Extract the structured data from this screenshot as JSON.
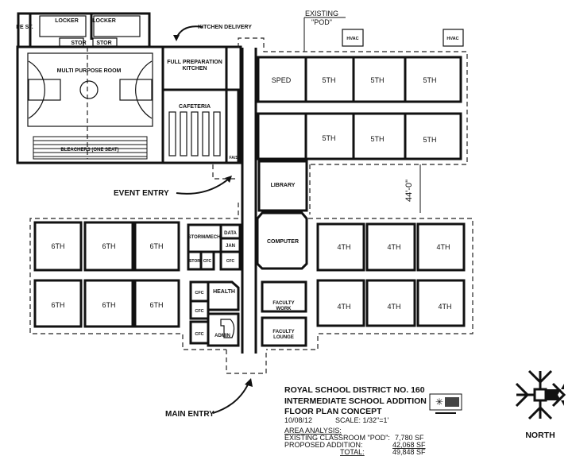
{
  "annotations": {
    "kitchen_delivery": "KITCHEN DELIVERY",
    "existing_pod_line1": "EXISTING",
    "existing_pod_line2": "\"POD\"",
    "event_entry": "EVENT ENTRY",
    "main_entry": "MAIN ENTRY",
    "dimension": "44'-0\"",
    "hvac": [
      "HVAC",
      "HVAC"
    ]
  },
  "rooms": {
    "pe_storage": "PE ST.",
    "locker_1": "LOCKER",
    "locker_2": "LOCKER",
    "stor_1": "STOR",
    "stor_2": "STOR",
    "multi_purpose": "MULTI PURPOSE ROOM",
    "bleachers": "BLEACHERS (ONE SEAT)",
    "kitchen_line1": "FULL PREPARATION",
    "kitchen_line2": "KITCHEN",
    "cafeteria": "CAFETERIA",
    "first_aid": "FA/S",
    "sped": "SPED",
    "fifth_grade": [
      "5TH",
      "5TH",
      "5TH",
      "5TH",
      "5TH",
      "5TH"
    ],
    "library": "LIBRARY",
    "computer": "COMPUTER",
    "sixth_grade": [
      "6TH",
      "6TH",
      "6TH",
      "6TH",
      "6TH",
      "6TH"
    ],
    "fourth_grade": [
      "4TH",
      "4TH",
      "4TH",
      "4TH",
      "4TH",
      "4TH"
    ],
    "storm_mech": "STORM/MECH",
    "data": "DATA",
    "jan": "JAN",
    "stor_3": "STOR",
    "cfc": [
      "CFC",
      "CFC",
      "CFC",
      "CFC",
      "CFC"
    ],
    "health": "HEALTH",
    "admin": "ADMIN",
    "faculty_work_line1": "FACULTY",
    "faculty_work_line2": "WORK",
    "faculty_lounge_line1": "FACULTY",
    "faculty_lounge_line2": "LOUNGE"
  },
  "title_block": {
    "line1": "ROYAL SCHOOL DISTRICT NO. 160",
    "line2": "INTERMEDIATE SCHOOL ADDITION",
    "line3": "FLOOR PLAN CONCEPT",
    "date": "10/08/12",
    "scale": "SCALE: 1/32\"=1'",
    "area_heading": "AREA ANALYSIS:",
    "existing_label": "EXISTING CLASSROOM \"POD\":",
    "existing_value": "7,780 SF",
    "proposed_label": "PROPOSED ADDITION:",
    "proposed_value": "42,068 SF",
    "total_label": "TOTAL:",
    "total_value": "49,848 SF"
  },
  "compass": {
    "label": "NORTH"
  }
}
